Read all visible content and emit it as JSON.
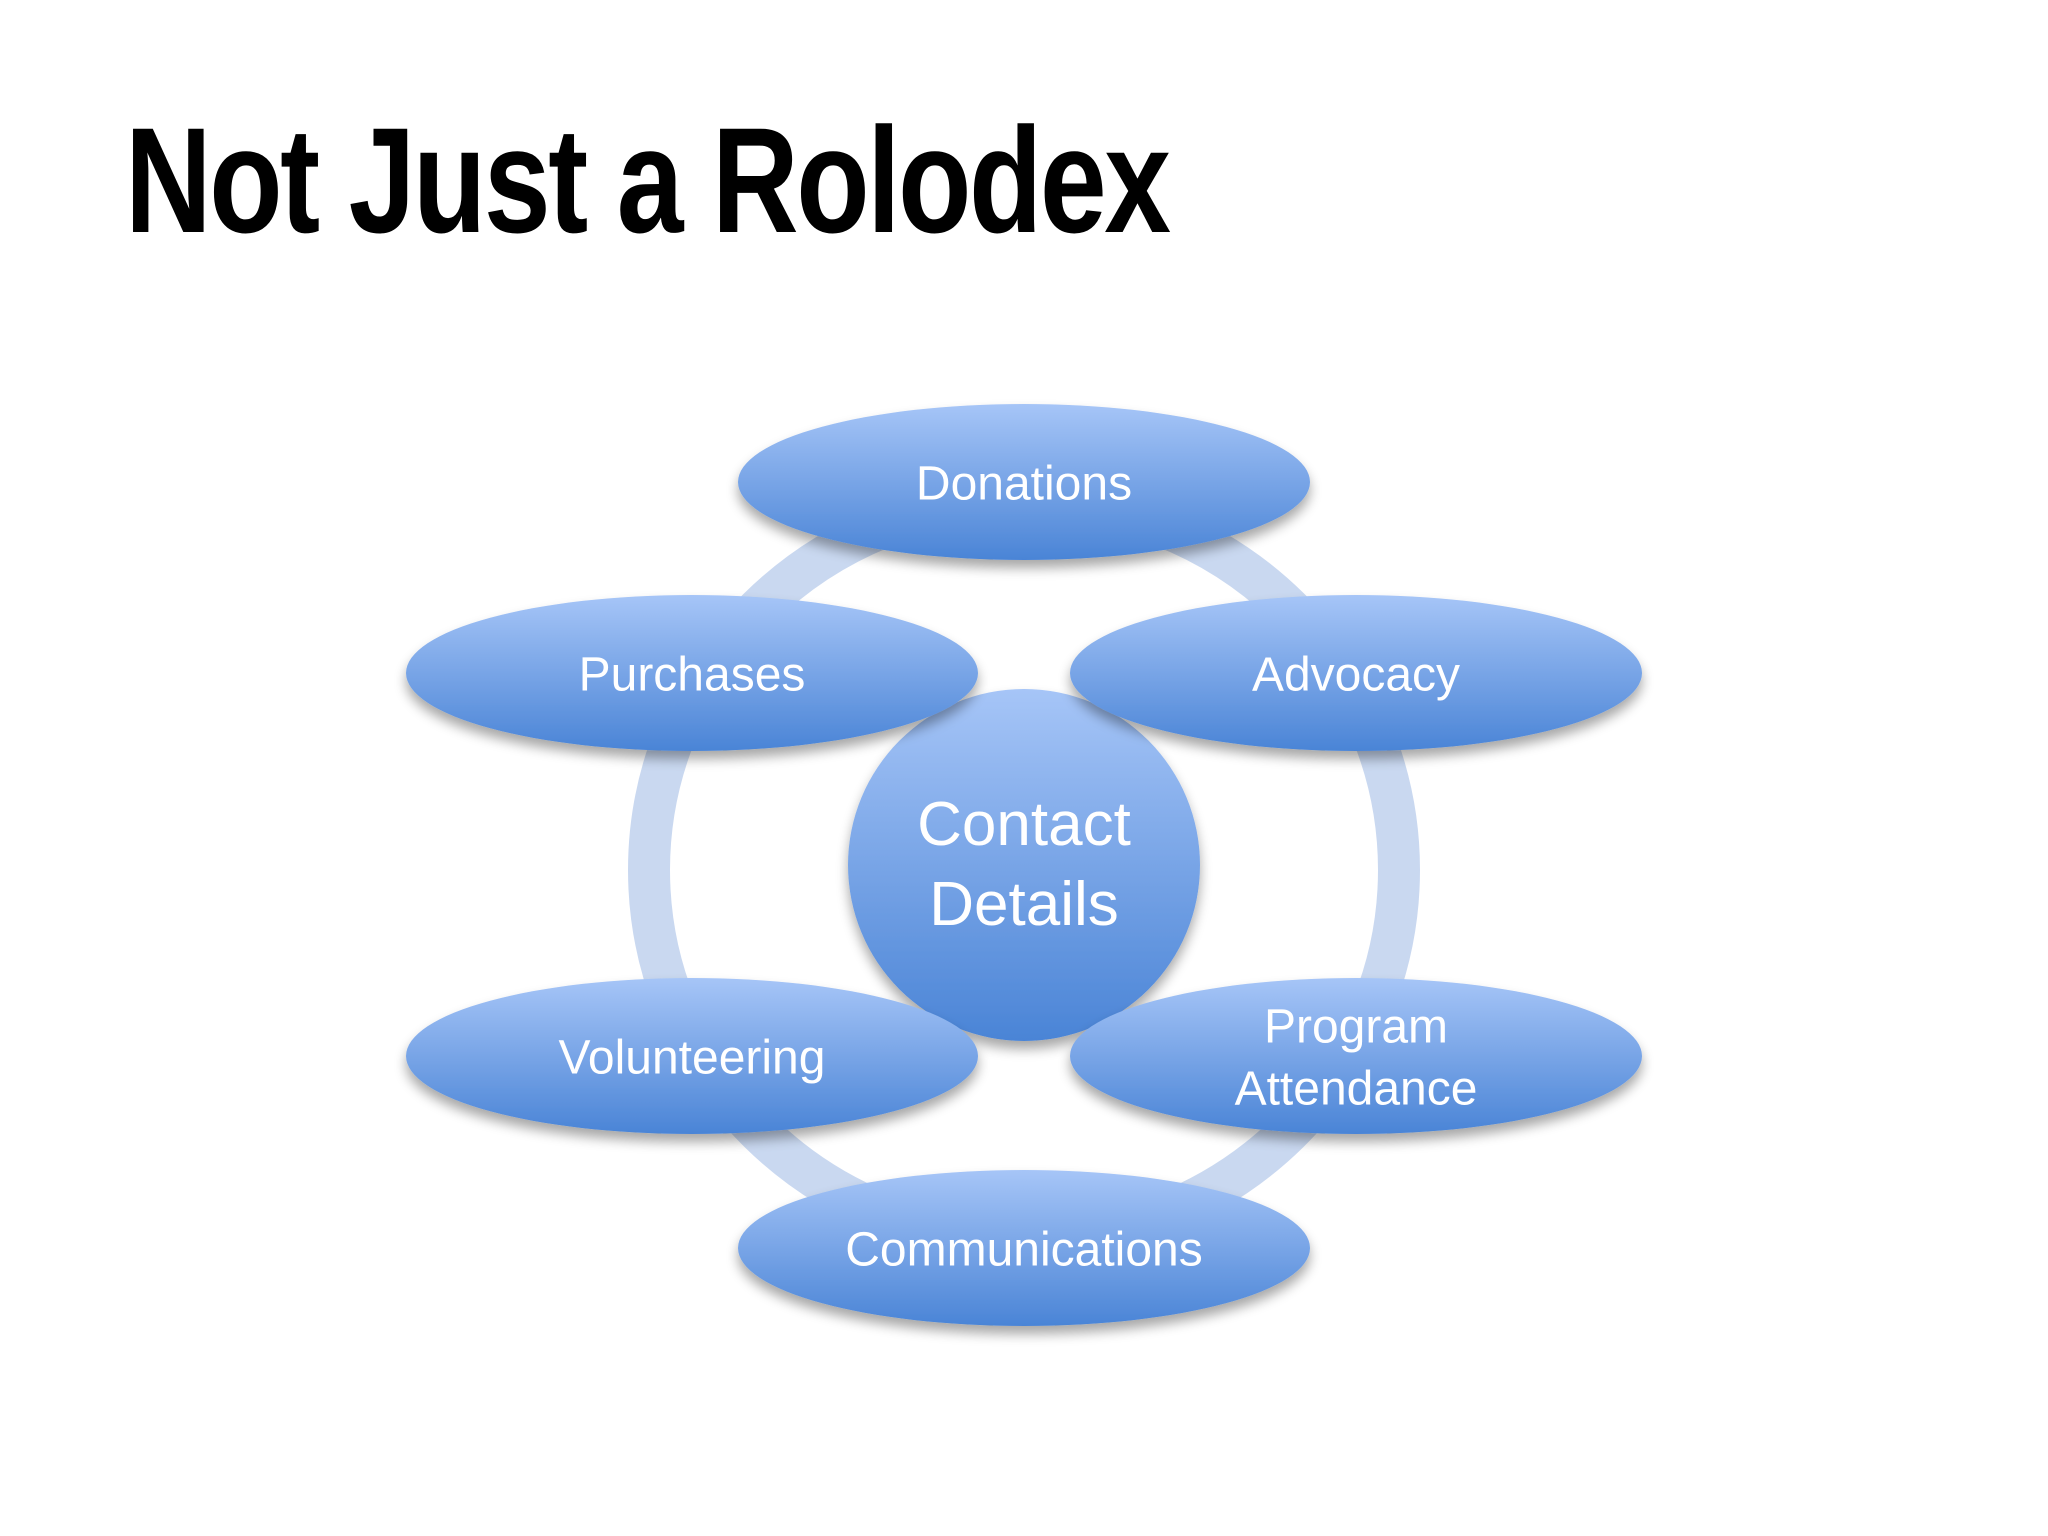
{
  "title": "Not Just a Rolodex",
  "center": {
    "lines": [
      "Contact",
      "Details"
    ]
  },
  "nodes": [
    {
      "id": "donations",
      "lines": [
        "Donations"
      ]
    },
    {
      "id": "advocacy",
      "lines": [
        "Advocacy"
      ]
    },
    {
      "id": "program-attendance",
      "lines": [
        "Program",
        "Attendance"
      ]
    },
    {
      "id": "communications",
      "lines": [
        "Communications"
      ]
    },
    {
      "id": "volunteering",
      "lines": [
        "Volunteering"
      ]
    },
    {
      "id": "purchases",
      "lines": [
        "Purchases"
      ]
    }
  ],
  "colors": {
    "ellipse_top": "#a6c5f7",
    "ellipse_bottom": "#4a84d6",
    "ring": "#c3d4ee",
    "label": "#ffffff"
  }
}
